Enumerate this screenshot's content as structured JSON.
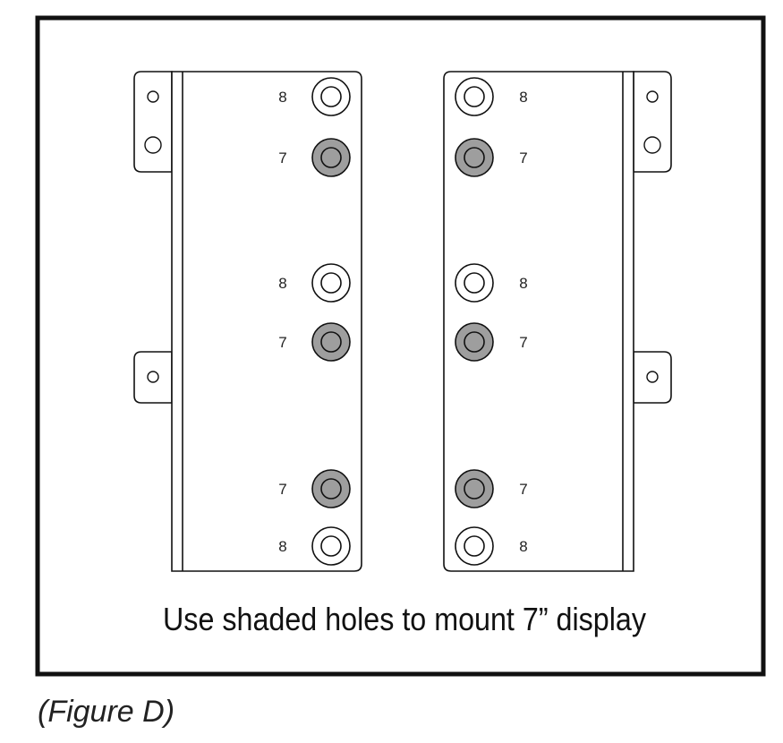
{
  "caption": "Use shaded holes to mount 7” display",
  "figure_label": "(Figure D)",
  "colors": {
    "shaded_hole": "#9e9e9e",
    "plain_hole": "#ffffff",
    "line": "#111111"
  },
  "left_bracket": {
    "holes": [
      {
        "label": "8",
        "shaded": false
      },
      {
        "label": "7",
        "shaded": true
      },
      {
        "label": "8",
        "shaded": false
      },
      {
        "label": "7",
        "shaded": true
      },
      {
        "label": "7",
        "shaded": true
      },
      {
        "label": "8",
        "shaded": false
      }
    ]
  },
  "right_bracket": {
    "holes": [
      {
        "label": "8",
        "shaded": false
      },
      {
        "label": "7",
        "shaded": true
      },
      {
        "label": "8",
        "shaded": false
      },
      {
        "label": "7",
        "shaded": true
      },
      {
        "label": "7",
        "shaded": true
      },
      {
        "label": "8",
        "shaded": false
      }
    ]
  }
}
